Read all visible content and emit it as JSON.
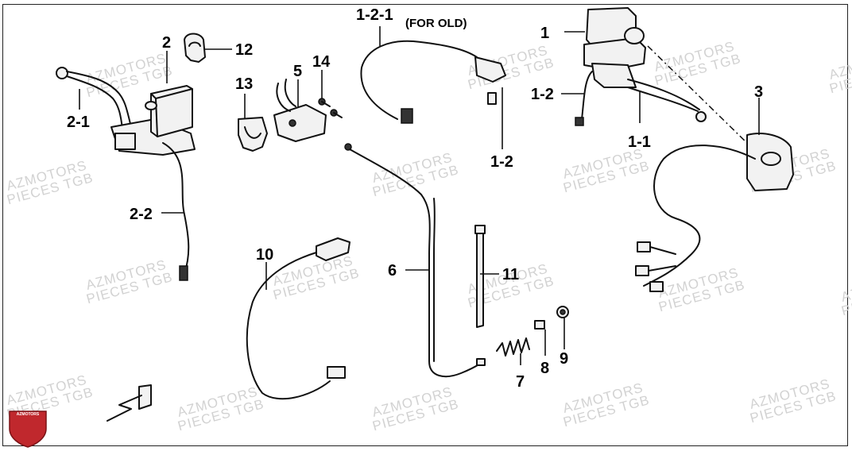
{
  "diagram": {
    "note": "(FOR OLD)",
    "watermark_line1": "AZMOTORS",
    "watermark_line2": "PIECES TGB",
    "logo_text": "AZMOTORS",
    "callouts": [
      {
        "id": "c-1",
        "label": "1"
      },
      {
        "id": "c-1-1",
        "label": "1-1"
      },
      {
        "id": "c-1-2a",
        "label": "1-2"
      },
      {
        "id": "c-1-2b",
        "label": "1-2"
      },
      {
        "id": "c-1-2-1",
        "label": "1-2-1"
      },
      {
        "id": "c-2",
        "label": "2"
      },
      {
        "id": "c-2-1",
        "label": "2-1"
      },
      {
        "id": "c-2-2",
        "label": "2-2"
      },
      {
        "id": "c-3",
        "label": "3"
      },
      {
        "id": "c-5",
        "label": "5"
      },
      {
        "id": "c-6",
        "label": "6"
      },
      {
        "id": "c-7",
        "label": "7"
      },
      {
        "id": "c-8",
        "label": "8"
      },
      {
        "id": "c-9",
        "label": "9"
      },
      {
        "id": "c-10",
        "label": "10"
      },
      {
        "id": "c-11",
        "label": "11"
      },
      {
        "id": "c-12",
        "label": "12"
      },
      {
        "id": "c-13",
        "label": "13"
      },
      {
        "id": "c-14",
        "label": "14"
      }
    ]
  }
}
